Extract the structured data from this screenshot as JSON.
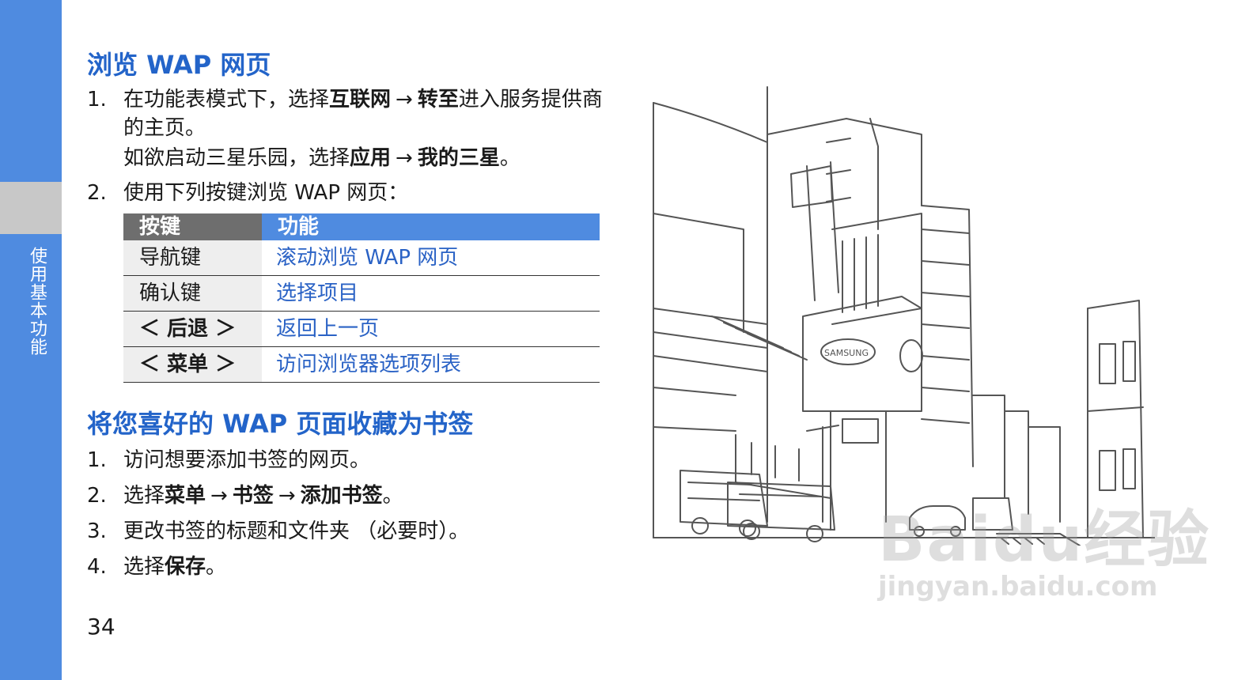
{
  "sidebar": {
    "label": "使用基本功能"
  },
  "section1": {
    "heading": "浏览 WAP 网页",
    "step1": {
      "num": "1.",
      "text_a": "在功能表模式下，选择",
      "bold_a": "互联网",
      "arrow": "→",
      "bold_b": "转至",
      "text_b": "进入服务提供商的主页。",
      "text_c": "如欲启动三星乐园，选择",
      "bold_c": "应用",
      "bold_d": "我的三星",
      "text_d": "。"
    },
    "step2": {
      "num": "2.",
      "text": "使用下列按键浏览 WAP 网页："
    }
  },
  "key_table": {
    "headers": [
      "按键",
      "功能"
    ],
    "rows": [
      {
        "key": "导航键",
        "function": "滚动浏览 WAP 网页"
      },
      {
        "key": "确认键",
        "function": "选择项目"
      },
      {
        "key": "＜ 后退 ＞",
        "function": "返回上一页"
      },
      {
        "key": "＜ 菜单 ＞",
        "function": "访问浏览器选项列表"
      }
    ]
  },
  "section2": {
    "heading": "将您喜好的 WAP 页面收藏为书签",
    "steps": [
      {
        "num": "1.",
        "text": "访问想要添加书签的网页。"
      },
      {
        "num": "2.",
        "text_a": "选择",
        "bold_a": "菜单",
        "arrow": "→",
        "bold_b": "书签",
        "bold_c": "添加书签",
        "text_b": "。"
      },
      {
        "num": "3.",
        "text": "更改书签的标题和文件夹 （必要时）。"
      },
      {
        "num": "4.",
        "text_a": "选择",
        "bold_a": "保存",
        "text_b": "。"
      }
    ]
  },
  "page_number": "34",
  "illustration": {
    "sign_text": "SAMSUNG"
  },
  "watermark": {
    "brand": "Baidu经验",
    "url": "jingyan.baidu.com"
  },
  "colors": {
    "accent": "#4f8be0",
    "heading": "#2364c9",
    "link": "#2a62c5"
  }
}
